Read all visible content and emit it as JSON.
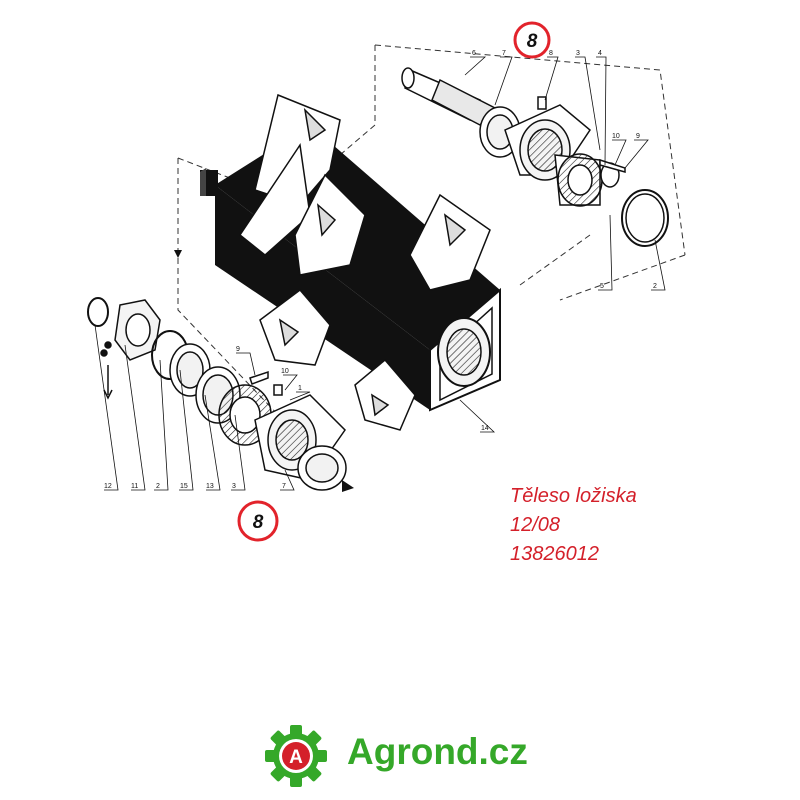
{
  "callouts": {
    "top": "8",
    "bottom": "8"
  },
  "part_labels": {
    "p6": "6",
    "p7a": "7",
    "p8a": "8",
    "p3a": "3",
    "p4": "4",
    "p10a": "10",
    "p9a": "9",
    "p5": "5",
    "p2a": "2",
    "p14": "14",
    "p9b": "9",
    "p10b": "10",
    "p1": "1",
    "p12": "12",
    "p11": "11",
    "p2b": "2",
    "p15": "15",
    "p13": "13",
    "p3b": "3",
    "p7b": "7"
  },
  "caption": {
    "line1": "Těleso ložiska",
    "line2": "12/08",
    "line3": "13826012"
  },
  "logo": {
    "letter": "A",
    "text": "Agrond.cz"
  },
  "colors": {
    "callout_ring": "#e2232b",
    "caption": "#d4202a",
    "brand": "#35a829",
    "logo_core": "#d4202a"
  }
}
